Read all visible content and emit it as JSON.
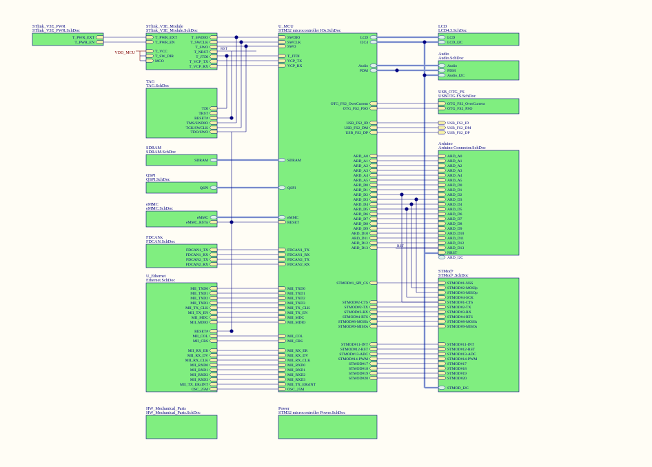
{
  "blocks": [
    {
      "id": "stlink_pwr",
      "designator": "STlink_V3E_PWR",
      "file": "STlink_V3E_PWR.SchDoc"
    },
    {
      "id": "stlink_mod",
      "designator": "STlink_V3E_Module",
      "file": "STlink_V3E_Module.SchDoc"
    },
    {
      "id": "mcu",
      "designator": "U_MCU",
      "file": "STM32 microcontroller IOs.SchDoc"
    },
    {
      "id": "lcd",
      "designator": "LCD",
      "file": "LCD4.3.SchDoc"
    },
    {
      "id": "audio",
      "designator": "Audio",
      "file": "Audio.SchDoc"
    },
    {
      "id": "usbotg",
      "designator": "USB_OTG_FS",
      "file": "USBOTG FS.SchDoc"
    },
    {
      "id": "arduino",
      "designator": "Arduino",
      "file": "Arduino Connector.SchDoc"
    },
    {
      "id": "tag",
      "designator": "TAG",
      "file": "TAG.SchDoc"
    },
    {
      "id": "sdram",
      "designator": "SDRAM",
      "file": "SDRAM.SchDoc"
    },
    {
      "id": "qspi",
      "designator": "QSPI",
      "file": "QSPI.SchDoc"
    },
    {
      "id": "emmc",
      "designator": "eMMC",
      "file": "eMMC.SchDoc"
    },
    {
      "id": "fdcan",
      "designator": "FDCANx",
      "file": "FDCAN.SchDoc"
    },
    {
      "id": "ethernet",
      "designator": "U_Ethernet",
      "file": "Ethernet.SchDoc"
    },
    {
      "id": "stmod",
      "designator": "STMod+",
      "file": "STMod+.SchDoc"
    },
    {
      "id": "hw",
      "designator": "HW_Mechanical_Parts",
      "file": "HW_Mechanical_Parts.SchDoc"
    },
    {
      "id": "power",
      "designator": "Power",
      "file": "STM32 microcontroller Power.SchDoc"
    }
  ],
  "ports": {
    "stlink_pwr": [
      "T_PWR_EXT",
      "T_PWR_EN"
    ],
    "stlink_mod_left": [
      "T_PWR_EXT",
      "T_PWR_EN",
      "T_VCC",
      "T_SW_DIR",
      "MCO"
    ],
    "stlink_mod_right": [
      "T_SWDIO",
      "T_SWCLK",
      "T_SWO",
      "T_NRST",
      "T_JTDI",
      "T_VCP_TX",
      "T_VCP_RX"
    ],
    "mcu_left_top": [
      "SWDIO",
      "SWCLK",
      "SWO",
      "T_JTDI",
      "VCP_TX",
      "VCP_RX"
    ],
    "mcu_left_mem": [
      "SDRAM",
      "QSPI",
      "eMMC",
      "RESET"
    ],
    "mcu_left_can": [
      "FDCAN1_TX",
      "FDCAN1_RX",
      "FDCAN2_TX",
      "FDCAN2_RX"
    ],
    "mcu_left_eth": [
      "MII_TXD0",
      "MII_TXD1",
      "MII_TXD2",
      "MII_TXD3",
      "MII_TX_CLK",
      "MII_TX_EN",
      "MII_MDC",
      "MII_MDIO"
    ],
    "mcu_left_eth2": [
      "MII_COL",
      "MII_CRS"
    ],
    "mcu_left_eth3": [
      "MII_RX_ER",
      "MII_RX_DV",
      "MII_RX_CLK",
      "MII_RXD0",
      "MII_RXD1",
      "MII_RXD2",
      "MII_RXD3",
      "MII_TX_ERxINT",
      "OSC_25M"
    ],
    "mcu_right_top": [
      "LCD",
      "I2C4"
    ],
    "mcu_right_audio": [
      "Audio",
      "PDM"
    ],
    "mcu_right_otg": [
      "OTG_FS2_OverCurrent",
      "OTG_FS2_PSO"
    ],
    "mcu_right_usb": [
      "USB_FS2_ID",
      "USB_FS2_DM",
      "USB_FS2_DP"
    ],
    "mcu_right_ard": [
      "ARD_A0",
      "ARD_A1",
      "ARD_A2",
      "ARD_A3",
      "ARD_A4",
      "ARD_A5",
      "ARD_D0",
      "ARD_D1",
      "ARD_D2",
      "ARD_D3",
      "ARD_D4",
      "ARD_D5",
      "ARD_D6",
      "ARD_D7",
      "ARD_D8",
      "ARD_D9",
      "ARD_D10",
      "ARD_D11",
      "ARD_D12",
      "ARD_D13"
    ],
    "mcu_right_spi": [
      "STMOD#1_SPI_CS"
    ],
    "mcu_right_stmod1": [
      "STMOD#2-CTS",
      "STMOD#2-TX",
      "STMOD#3-RX",
      "STMOD#4-RTS",
      "STMOD#8-MOSIs",
      "STMOD#9-MISOs"
    ],
    "mcu_right_stmod2": [
      "STMOD#11-INT",
      "STMOD#12-RST",
      "STMOD#13-ADC",
      "STMOD#14-PWM",
      "STMOD#17",
      "STMOD#18",
      "STMOD#19",
      "STMOD#20"
    ],
    "lcd": [
      "LCD",
      "LCD_I2C"
    ],
    "audio": [
      "Audio",
      "PDM",
      "Audio_I2C"
    ],
    "usbotg": [
      "OTG_FS2_OverCurrent",
      "OTG_FS2_PSO"
    ],
    "usbotg_usb": [
      "USB_FS2_ID",
      "USB_FS2_DM",
      "USB_FS2_DP"
    ],
    "arduino": [
      "ARD_A0",
      "ARD_A1",
      "ARD_A2",
      "ARD_A3",
      "ARD_A4",
      "ARD_A5",
      "ARD_D0",
      "ARD_D1",
      "ARD_D2",
      "ARD_D3",
      "ARD_D4",
      "ARD_D5",
      "ARD_D6",
      "ARD_D7",
      "ARD_D8",
      "ARD_D9",
      "ARD_D10",
      "ARD_D11",
      "ARD_D12",
      "ARD_D13",
      "NRST",
      "ARD_I2C"
    ],
    "tag": [
      "TDI",
      "TRST",
      "RESET#",
      "TMS/SWDIO",
      "TCK/SWCLK",
      "TDO/SWO"
    ],
    "sdram": [
      "SDRAM"
    ],
    "qspi": [
      "QSPI"
    ],
    "emmc": [
      "eMMC",
      "eMMC_RSTn"
    ],
    "fdcan": [
      "FDCAN1_TX",
      "FDCAN1_RX",
      "FDCAN2_TX",
      "FDCAN2_RX"
    ],
    "eth1": [
      "MII_TXD0",
      "MII_TXD1",
      "MII_TXD2",
      "MII_TXD3",
      "MII_TX_CLK",
      "MII_TX_EN",
      "MII_MDC",
      "MII_MDIO"
    ],
    "eth_reset": [
      "RESET#"
    ],
    "eth2": [
      "MII_COL",
      "MII_CRS"
    ],
    "eth3": [
      "MII_RX_ER",
      "MII_RX_DV",
      "MII_RX_CLK",
      "MII_RXD0",
      "MII_RXD1",
      "MII_RXD2",
      "MII_RXD3",
      "MII_TX_ERxINT",
      "OSC_25M"
    ],
    "stmod1": [
      "STMOD#1-NSS",
      "STMOD#2-MOSIp",
      "STMOD#3-MISOp",
      "STMOD#4-SCK",
      "STMOD#1-CTS",
      "STMOD#2-TX",
      "STMOD#3-RX",
      "STMOD#4-RTS",
      "STMOD#8-MOSIs",
      "STMOD#9-MISOs"
    ],
    "stmod2": [
      "STMOD#11-INT",
      "STMOD#12-RST",
      "STMOD#13-ADC",
      "STMOD#14-PWM",
      "STMOD#17",
      "STMOD#18",
      "STMOD#19",
      "STMOD#20"
    ],
    "stmod_i2c": [
      "STMOD_I2C"
    ]
  },
  "net_labels": {
    "vdd": "VDD_MCU",
    "rst1": "RST",
    "rst2": "RST"
  },
  "colors": {
    "block_fill": "#80ee80",
    "wire": "#000080",
    "bus": "#9fb7e6",
    "port_fill": "#f7f2a8",
    "power_label": "#800000",
    "background": "#fffdf5"
  }
}
